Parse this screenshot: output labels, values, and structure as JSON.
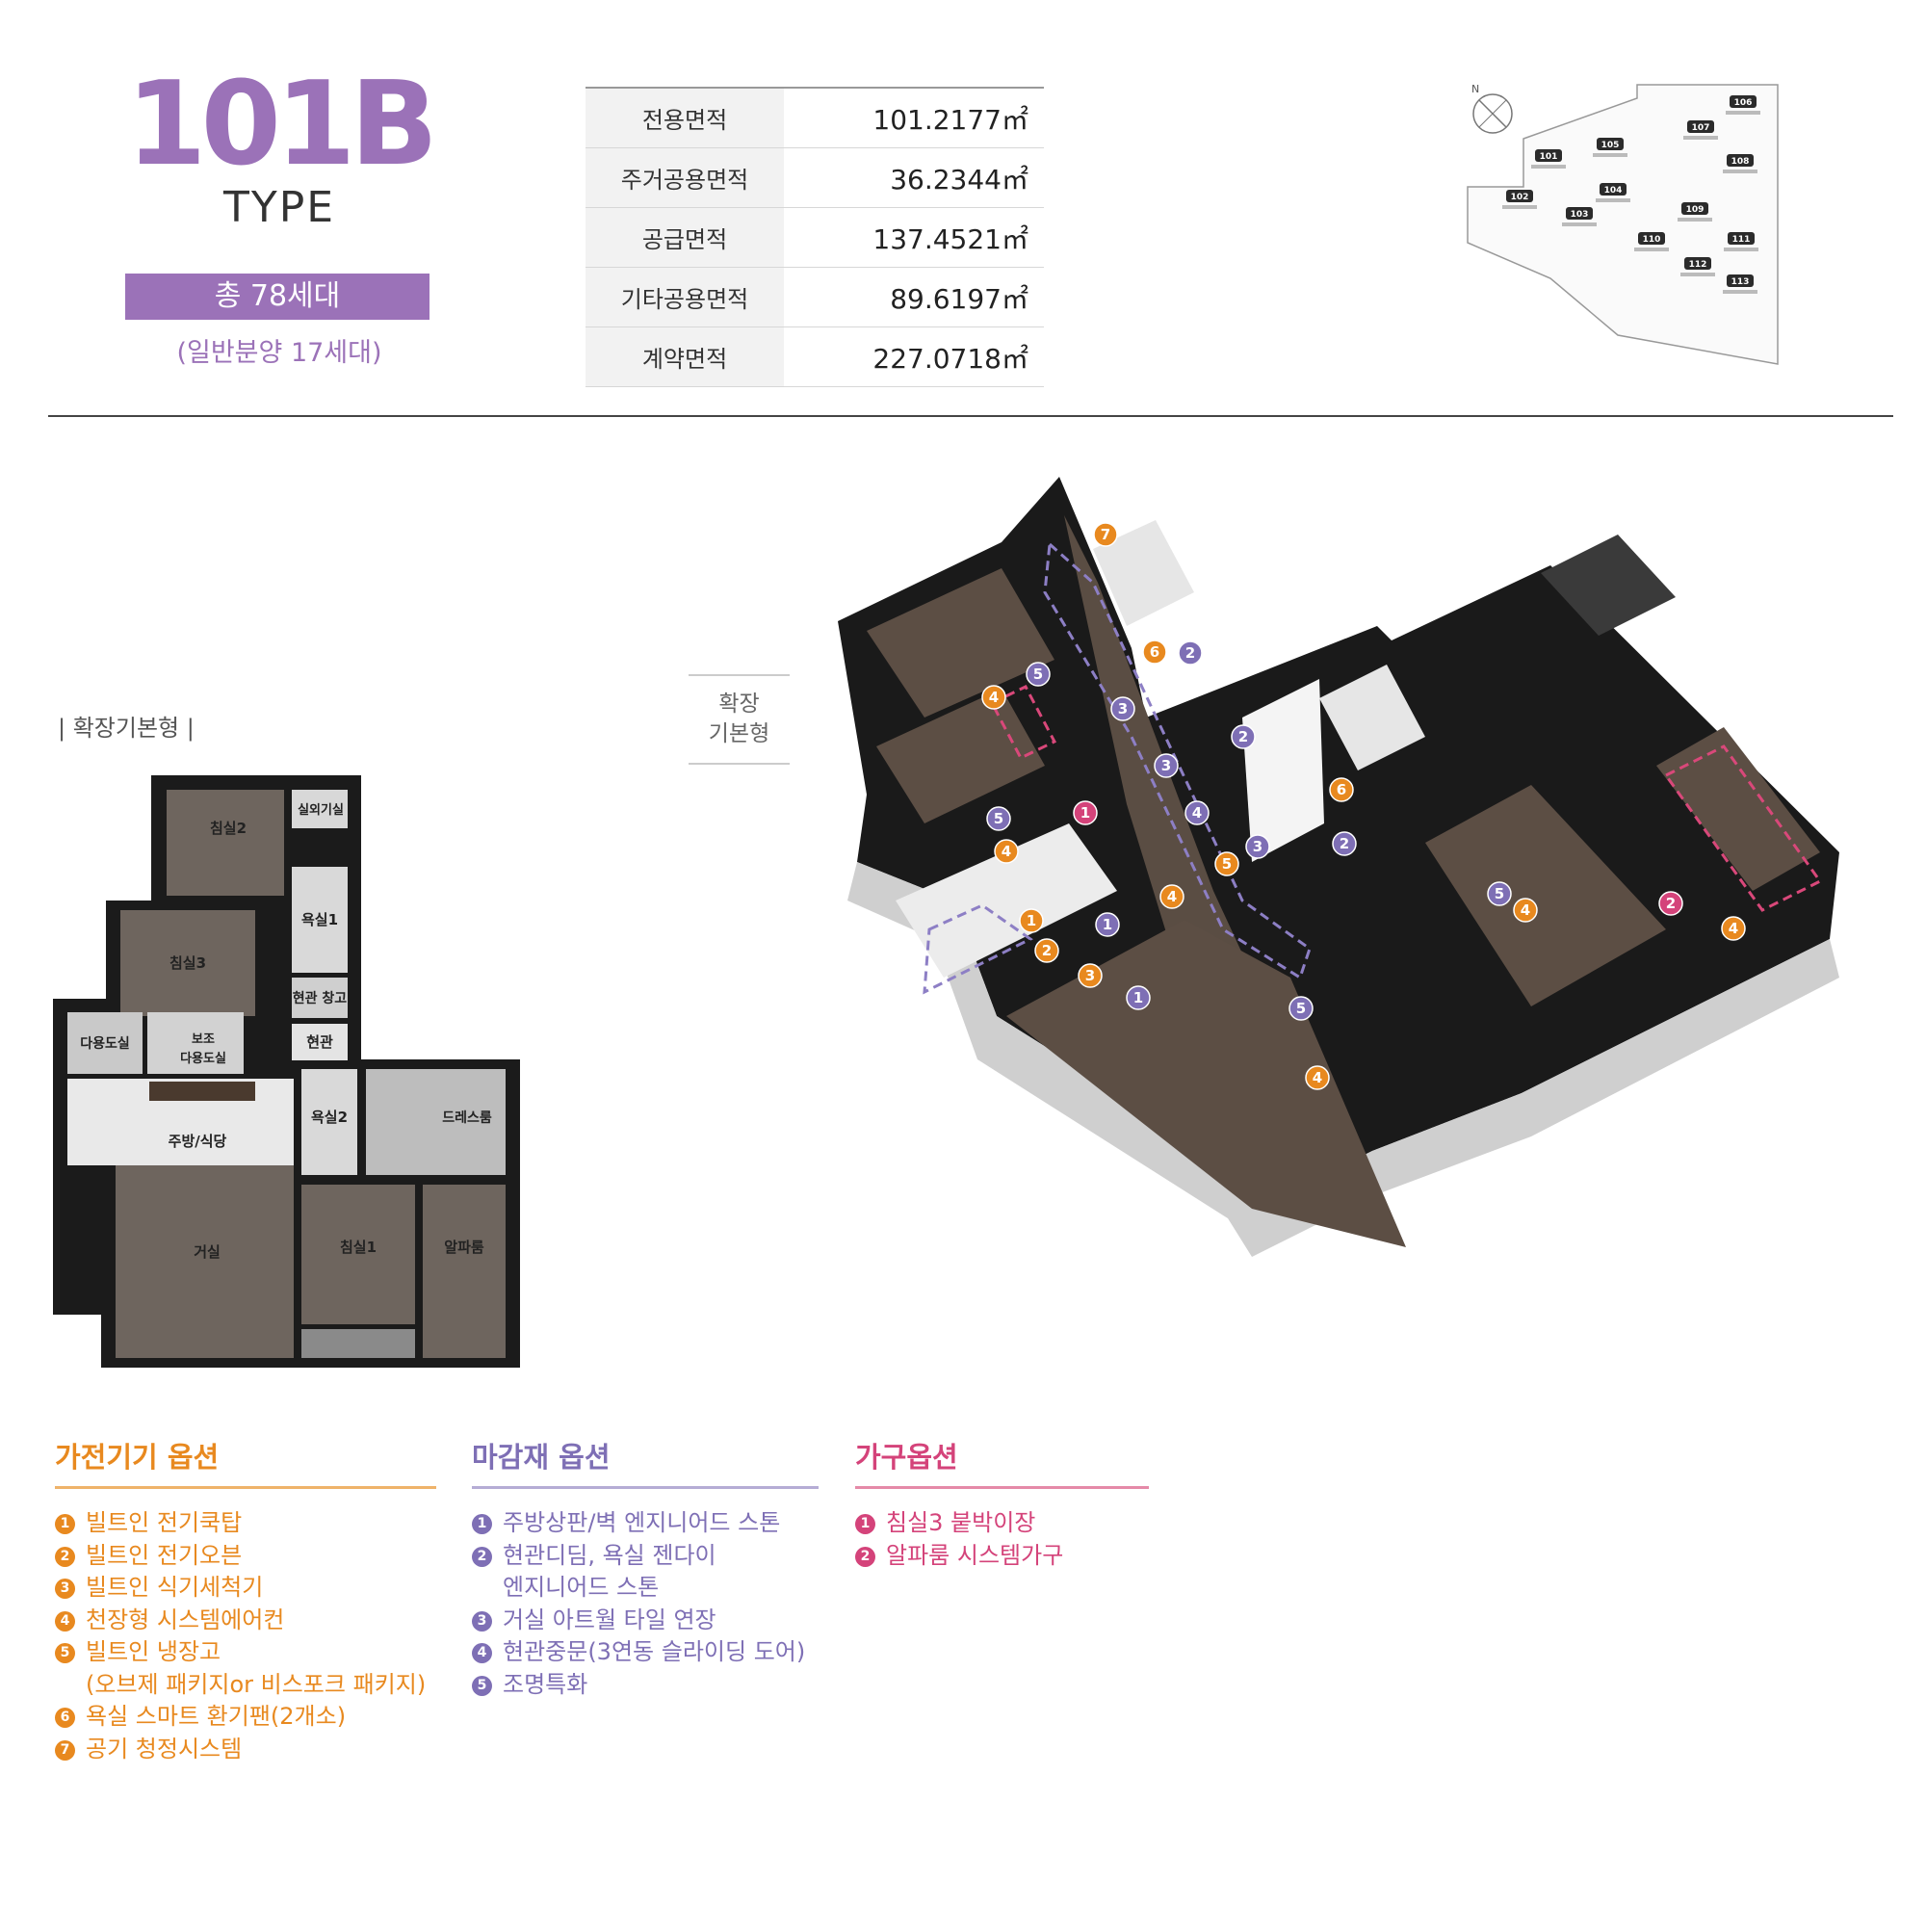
{
  "unit_type": {
    "code": "101B",
    "word": "TYPE",
    "total_units": "총 78세대",
    "general_sale": "(일반분양 17세대)"
  },
  "areas": [
    {
      "label": "전용면적",
      "value": "101.2177㎡"
    },
    {
      "label": "주거공용면적",
      "value": "36.2344㎡"
    },
    {
      "label": "공급면적",
      "value": "137.4521㎡"
    },
    {
      "label": "기타공용면적",
      "value": "89.6197㎡"
    },
    {
      "label": "계약면적",
      "value": "227.0718㎡"
    }
  ],
  "site_map": {
    "north": "N",
    "buildings": [
      "101",
      "102",
      "103",
      "104",
      "105",
      "106",
      "107",
      "108",
      "109",
      "110",
      "111",
      "112",
      "113"
    ]
  },
  "plan_labels": {
    "basic": "| 확장기본형 |",
    "expanded_line1": "확장",
    "expanded_line2": "기본형"
  },
  "rooms": {
    "outdoor_unit": "실외기실",
    "bedroom2": "침실2",
    "bath1": "욕실1",
    "bedroom3": "침실3",
    "entrance_storage": "현관 창고",
    "entrance": "현관",
    "utility": "다용도실",
    "aux_utility_1": "보조",
    "aux_utility_2": "다용도실",
    "bath2": "욕실2",
    "dressroom": "드레스룸",
    "kitchen": "주방/식당",
    "living": "거실",
    "bedroom1": "침실1",
    "alpha": "알파룸"
  },
  "colors": {
    "purple": "#9b72b8",
    "orange": "#e8891f",
    "violet": "#7e6fb5",
    "pink": "#d4437a",
    "orange_line": "#efb36a",
    "violet_line": "#b5acd5",
    "pink_line": "#e58aa8"
  },
  "options": {
    "appliance": {
      "title": "가전기기 옵션",
      "items": [
        {
          "num": "1",
          "text": "빌트인 전기쿡탑"
        },
        {
          "num": "2",
          "text": "빌트인 전기오븐"
        },
        {
          "num": "3",
          "text": "빌트인 식기세척기"
        },
        {
          "num": "4",
          "text": "천장형 시스템에어컨"
        },
        {
          "num": "5",
          "text": "빌트인 냉장고",
          "sub": "(오브제 패키지or 비스포크 패키지)"
        },
        {
          "num": "6",
          "text": "욕실 스마트 환기팬(2개소)"
        },
        {
          "num": "7",
          "text": "공기 청정시스템"
        }
      ]
    },
    "finish": {
      "title": "마감재 옵션",
      "items": [
        {
          "num": "1",
          "text": "주방상판/벽 엔지니어드 스톤"
        },
        {
          "num": "2",
          "text": "현관디딤, 욕실 젠다이",
          "sub": "엔지니어드 스톤"
        },
        {
          "num": "3",
          "text": "거실 아트월 타일 연장"
        },
        {
          "num": "4",
          "text": "현관중문(3연동 슬라이딩 도어)"
        },
        {
          "num": "5",
          "text": "조명특화"
        }
      ]
    },
    "furniture": {
      "title": "가구옵션",
      "items": [
        {
          "num": "1",
          "text": "침실3 붙박이장"
        },
        {
          "num": "2",
          "text": "알파룸 시스템가구"
        }
      ]
    }
  },
  "iso_markers": {
    "orange": [
      "7",
      "6",
      "4",
      "4",
      "5",
      "1",
      "2",
      "3",
      "4",
      "6",
      "4",
      "4",
      "4"
    ],
    "violet": [
      "5",
      "2",
      "3",
      "3",
      "2",
      "4",
      "5",
      "1",
      "1",
      "3",
      "2",
      "5",
      "5"
    ],
    "pink": [
      "1",
      "2"
    ]
  }
}
